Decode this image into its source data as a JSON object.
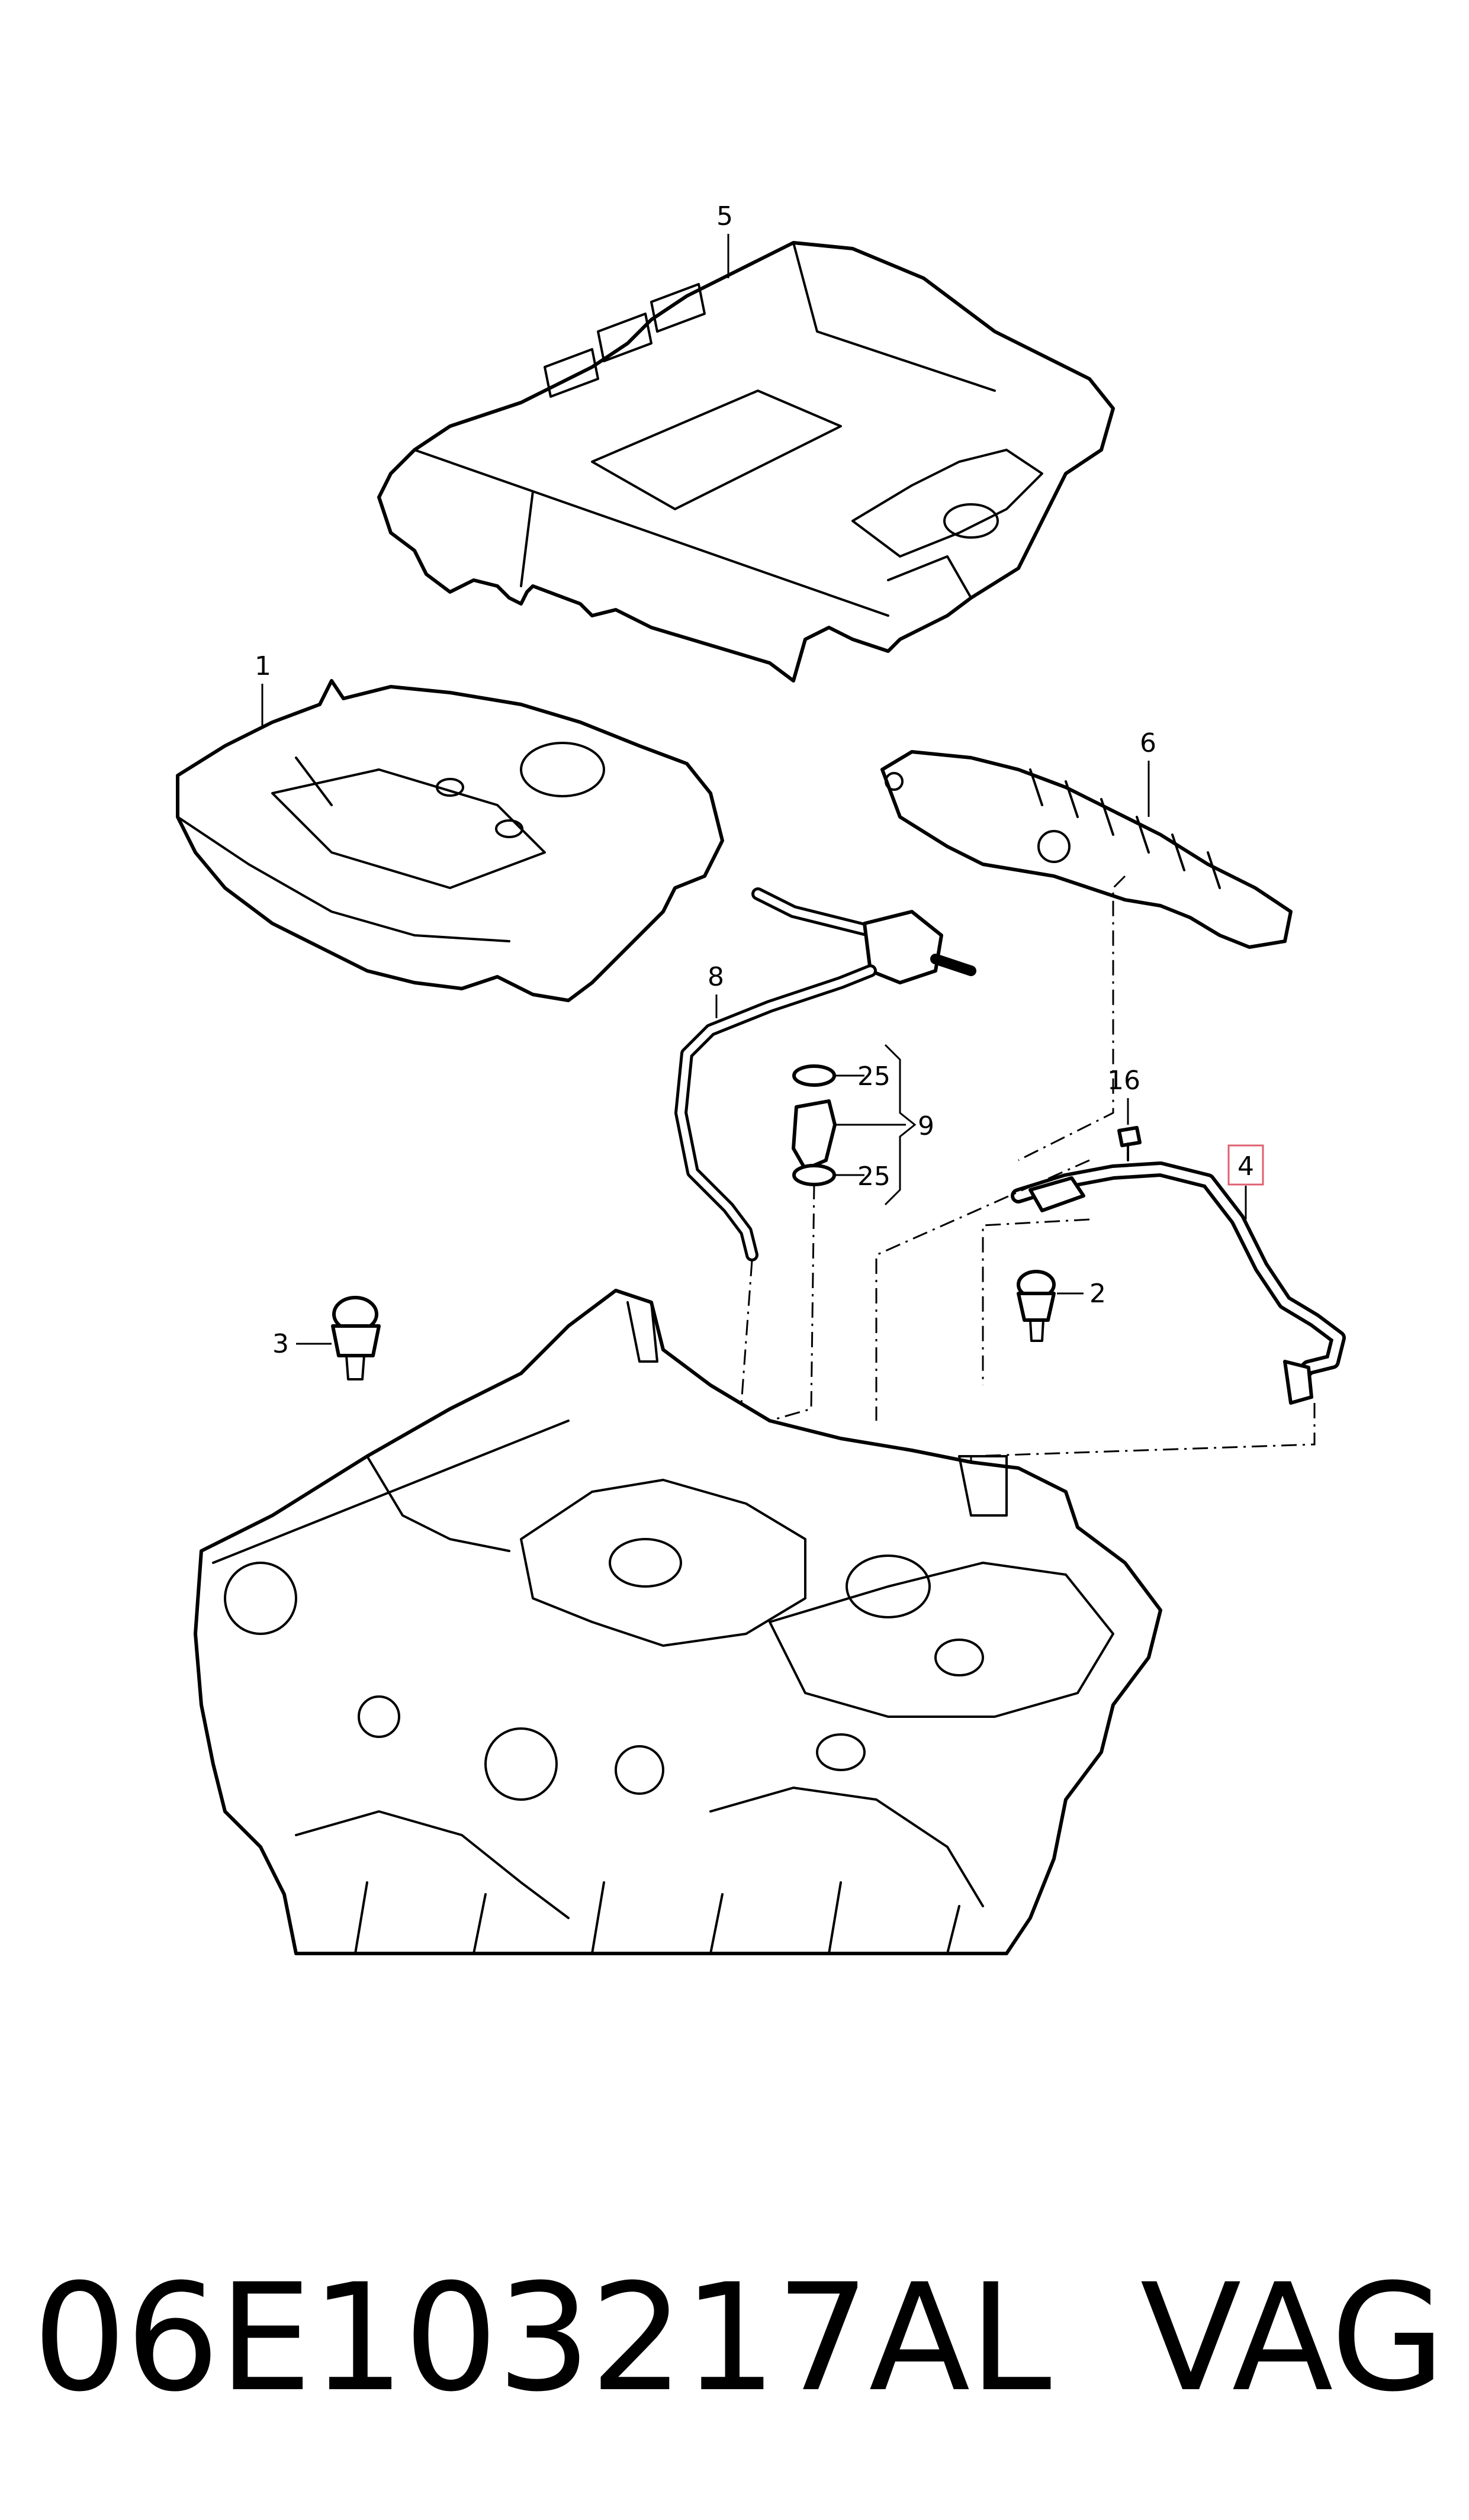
{
  "callouts": {
    "c1": "1",
    "c2": "2",
    "c3": "3",
    "c4": "4",
    "c5": "5",
    "c6": "6",
    "c8": "8",
    "c9": "9",
    "c16": "16",
    "c25a": "25",
    "c25b": "25"
  },
  "highlight_color": "#e06070",
  "footer": {
    "part_number": "06E103217AL",
    "brand": "VAG"
  }
}
